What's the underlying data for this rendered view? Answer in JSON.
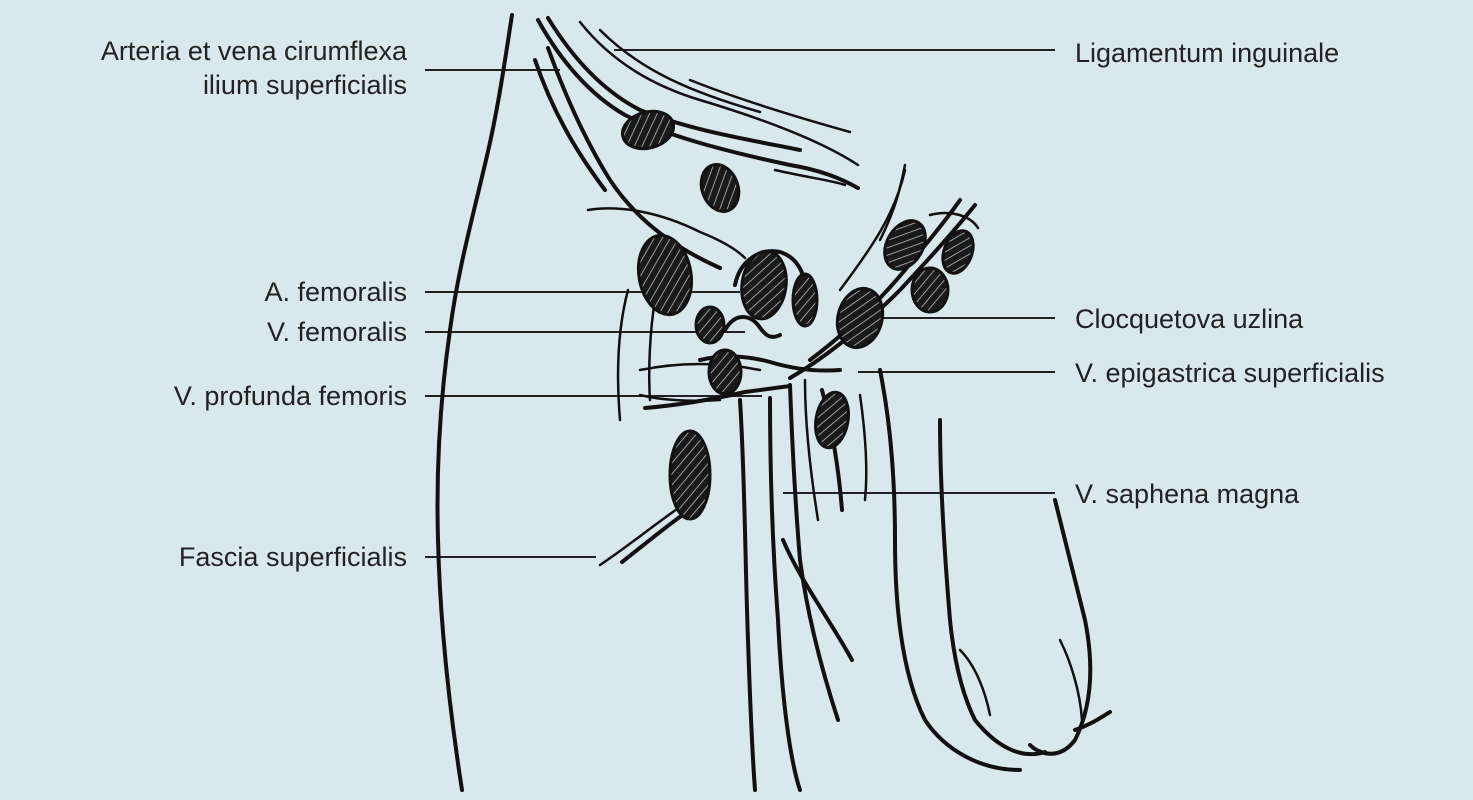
{
  "labels": {
    "circumflexa": [
      "Arteria et vena cirumflexa",
      "ilium superficialis"
    ],
    "a_femoralis": "A. femoralis",
    "v_femoralis": "V. femoralis",
    "v_profunda": "V. profunda femoris",
    "fascia": "Fascia superficialis",
    "ligamentum": "Ligamentum inguinale",
    "clocquet": "Clocquetova uzlina",
    "v_epigastrica": "V. epigastrica superficialis",
    "v_saphena": "V. saphena magna"
  },
  "colors": {
    "background": "#d9e8ec",
    "ink": "#111111",
    "text": "#222222"
  }
}
